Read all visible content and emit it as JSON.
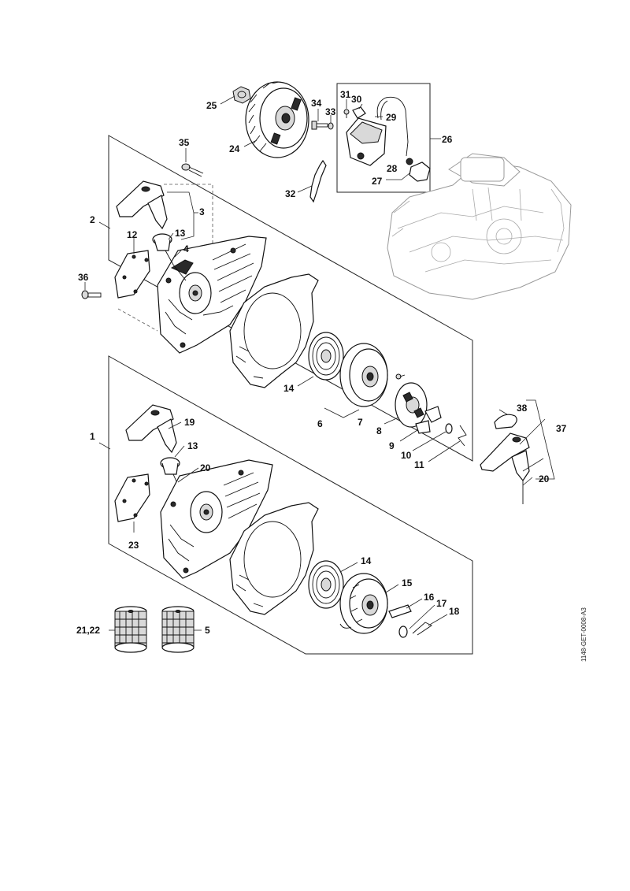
{
  "document_code": "1148-GET-0008-A3",
  "callouts": [
    {
      "id": "c25",
      "text": "25"
    },
    {
      "id": "c24",
      "text": "24"
    },
    {
      "id": "c34",
      "text": "34"
    },
    {
      "id": "c33",
      "text": "33"
    },
    {
      "id": "c31",
      "text": "31"
    },
    {
      "id": "c30",
      "text": "30"
    },
    {
      "id": "c29",
      "text": "29"
    },
    {
      "id": "c26",
      "text": "26"
    },
    {
      "id": "c28",
      "text": "28"
    },
    {
      "id": "c27",
      "text": "27"
    },
    {
      "id": "c32",
      "text": "32"
    },
    {
      "id": "c35",
      "text": "35"
    },
    {
      "id": "c2",
      "text": "2"
    },
    {
      "id": "c3",
      "text": "3"
    },
    {
      "id": "c12",
      "text": "12"
    },
    {
      "id": "c13a",
      "text": "13"
    },
    {
      "id": "c4",
      "text": "4"
    },
    {
      "id": "c36",
      "text": "36"
    },
    {
      "id": "c14a",
      "text": "14"
    },
    {
      "id": "c6",
      "text": "6"
    },
    {
      "id": "c7",
      "text": "7"
    },
    {
      "id": "c8",
      "text": "8"
    },
    {
      "id": "c9",
      "text": "9"
    },
    {
      "id": "c10",
      "text": "10"
    },
    {
      "id": "c11",
      "text": "11"
    },
    {
      "id": "c38",
      "text": "38"
    },
    {
      "id": "c37",
      "text": "37"
    },
    {
      "id": "c20b",
      "text": "20"
    },
    {
      "id": "c1",
      "text": "1"
    },
    {
      "id": "c19",
      "text": "19"
    },
    {
      "id": "c13b",
      "text": "13"
    },
    {
      "id": "c20a",
      "text": "20"
    },
    {
      "id": "c23",
      "text": "23"
    },
    {
      "id": "c14b",
      "text": "14"
    },
    {
      "id": "c15",
      "text": "15"
    },
    {
      "id": "c16",
      "text": "16"
    },
    {
      "id": "c17",
      "text": "17"
    },
    {
      "id": "c18",
      "text": "18"
    },
    {
      "id": "c2122",
      "text": "21,22"
    },
    {
      "id": "c5",
      "text": "5"
    }
  ]
}
